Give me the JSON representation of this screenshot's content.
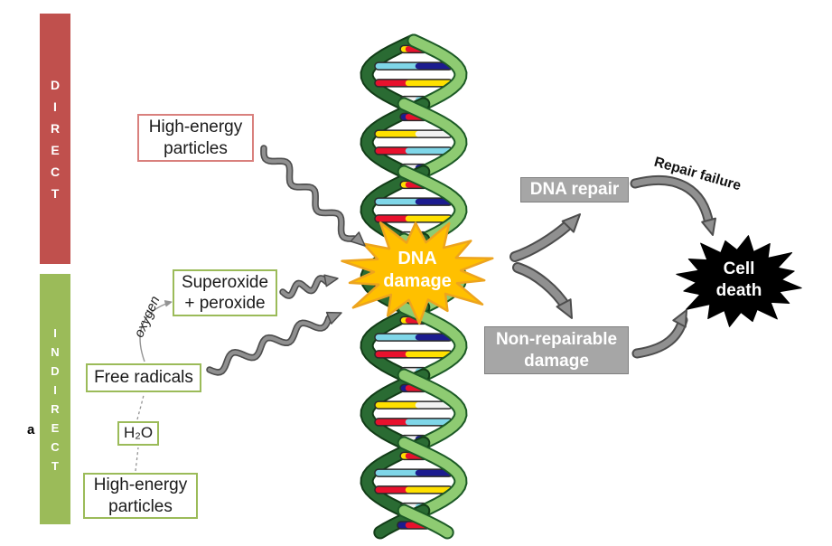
{
  "figure_label": "a",
  "bars": {
    "direct": "DIRECT",
    "indirect": "INDIRECT"
  },
  "boxes": {
    "high_energy_direct": "High-energy particles",
    "superoxide": "Superoxide + peroxide",
    "free_radicals": "Free radicals",
    "water": "H₂O",
    "high_energy_indirect": "High-energy particles"
  },
  "labels": {
    "oxygen": "oxygen",
    "repair_failure": "Repair failure"
  },
  "nodes": {
    "dna_damage": "DNA damage",
    "dna_repair": "DNA repair",
    "non_repairable": "Non-repairable damage",
    "cell_death": "Cell death"
  },
  "colors": {
    "direct_bar": "#c0504d",
    "indirect_bar": "#9bbb59",
    "direct_box_border": "#d9807d",
    "indirect_box_border": "#9bbb59",
    "outcome_box_fill": "#a6a6a6",
    "outcome_box_border": "#7f7f7f",
    "damage_star_fill": "#ffc000",
    "damage_star_border": "#eda41e",
    "cell_death_star": "#000000",
    "arrow_gray": "#909090",
    "arrow_outline": "#4d4d4d",
    "connector_gray": "#949494",
    "helix_light": "#8ecb72",
    "helix_light_edge": "#1c5a26",
    "helix_dark": "#2a6b33",
    "helix_dark_edge": "#123c17"
  }
}
